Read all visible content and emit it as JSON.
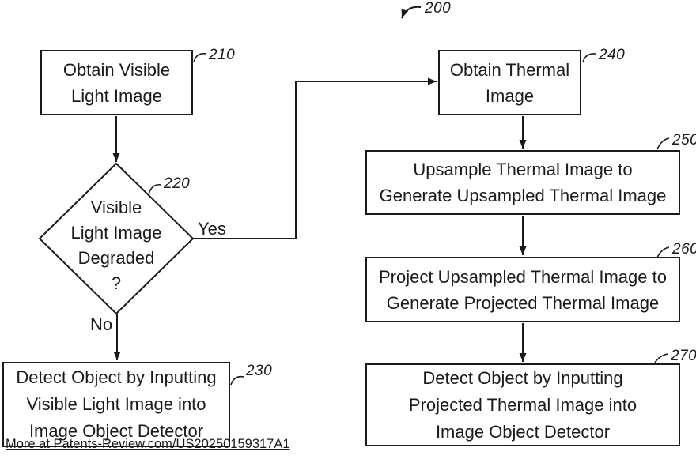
{
  "figure_ref": "200",
  "nodes": {
    "n210": {
      "ref": "210",
      "type": "process",
      "text": "Obtain Visible\nLight Image"
    },
    "n220": {
      "ref": "220",
      "type": "decision",
      "text": "Visible\nLight Image\nDegraded\n?"
    },
    "n230": {
      "ref": "230",
      "type": "process",
      "text": "Detect Object by Inputting\nVisible Light Image into\nImage Object Detector"
    },
    "n240": {
      "ref": "240",
      "type": "process",
      "text": "Obtain Thermal\nImage"
    },
    "n250": {
      "ref": "250",
      "type": "process",
      "text": "Upsample Thermal Image to\nGenerate Upsampled Thermal Image"
    },
    "n260": {
      "ref": "260",
      "type": "process",
      "text": "Project Upsampled Thermal Image to\nGenerate Projected Thermal Image"
    },
    "n270": {
      "ref": "270",
      "type": "process",
      "text": "Detect Object by Inputting\nProjected Thermal Image into\nImage Object Detector"
    }
  },
  "edges": {
    "yes_label": "Yes",
    "no_label": "No"
  },
  "watermark": "More at Patents-Review.com/US20250159317A1",
  "colors": {
    "ink": "#1a1a1a",
    "background": "#ffffff"
  }
}
